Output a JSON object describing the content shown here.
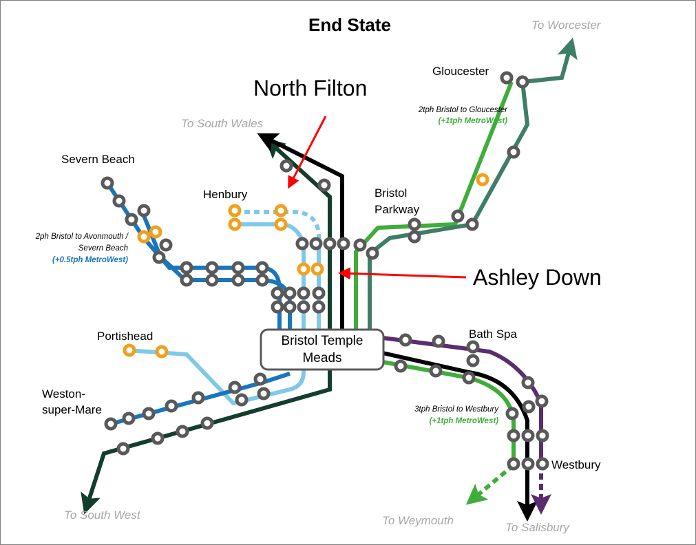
{
  "title": "End State",
  "highlights": {
    "north_filton": "North Filton",
    "ashley_down": "Ashley Down"
  },
  "hub": {
    "line1": "Bristol Temple",
    "line2": "Meads"
  },
  "stations": {
    "gloucester": "Gloucester",
    "severn_beach": "Severn Beach",
    "henbury": "Henbury",
    "bristol_parkway_1": "Bristol",
    "bristol_parkway_2": "Parkway",
    "portishead": "Portishead",
    "weston_1": "Weston-",
    "weston_2": "super-Mare",
    "bath_spa": "Bath Spa",
    "westbury": "Westbury"
  },
  "destinations": {
    "worcester": "To Worcester",
    "south_wales": "To South Wales",
    "south_west": "To South West",
    "weymouth": "To Weymouth",
    "salisbury": "To Salisbury"
  },
  "services": {
    "gloucester_line1": "2tph Bristol to Gloucester",
    "gloucester_line2": "(+1tph MetroWest)",
    "severn_line1": "2ph Bristol to Avonmouth /",
    "severn_line2": "Severn Beach",
    "severn_line3": "(+0.5tph MetroWest)",
    "westbury_line1": "3tph Bristol to Westbury",
    "westbury_line2": "(+1tph MetroWest)"
  },
  "colors": {
    "black_line": "#000000",
    "dark_green": "#133d2c",
    "teal_green": "#3e7d66",
    "bright_green": "#3fad3a",
    "dark_blue": "#1a75bc",
    "light_blue": "#7fc9e8",
    "purple": "#5b2c6f",
    "station_ring": "#595959",
    "new_station_ring": "#f0a01e",
    "arrow_red": "#ff0000"
  }
}
